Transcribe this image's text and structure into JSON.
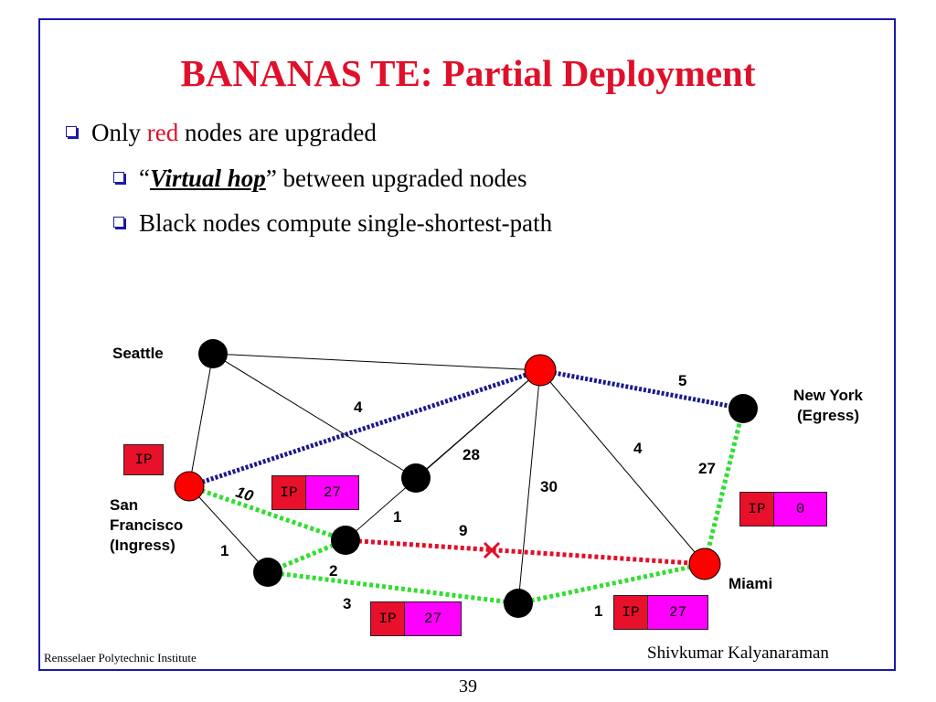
{
  "title": "BANANAS TE: Partial Deployment",
  "bullets": {
    "b1": {
      "pre": "Only ",
      "highlight": "red",
      "post": " nodes are upgraded"
    },
    "b2": {
      "open_quote": "“",
      "emph": "Virtual hop",
      "close_quote": "”",
      "post": " between upgraded nodes"
    },
    "b3": {
      "text": "Black nodes compute single-shortest-path"
    }
  },
  "cities": {
    "seattle": "Seattle",
    "newyork_1": "New York",
    "newyork_2": "(Egress)",
    "sf_1": "San",
    "sf_2": "Francisco",
    "sf_3": "(Ingress)",
    "miami": "Miami"
  },
  "weights": {
    "w_4a": "4",
    "w_5": "5",
    "w_28": "28",
    "w_4b": "4",
    "w_27": "27",
    "w_30": "30",
    "w_10": "10",
    "w_1a": "1",
    "w_9": "9",
    "w_1b": "1",
    "w_2": "2",
    "w_3": "3",
    "w_1c": "1"
  },
  "packets": {
    "sf_ip": "IP",
    "p1_ip": "IP",
    "p1_label": "27",
    "ny_ip": "IP",
    "ny_label": "0",
    "p3_ip": "IP",
    "p3_label": "27",
    "p4_ip": "IP",
    "p4_label": "27"
  },
  "colors": {
    "upgraded_node": "#ff0000",
    "plain_node": "#000000",
    "virtual_hop_path": "#1a1a8c",
    "green_path": "#33dd33",
    "failed_link": "#e0102a"
  },
  "footer": {
    "institute": "Rensselaer Polytechnic Institute",
    "author": "Shivkumar Kalyanaraman",
    "page": "39"
  }
}
